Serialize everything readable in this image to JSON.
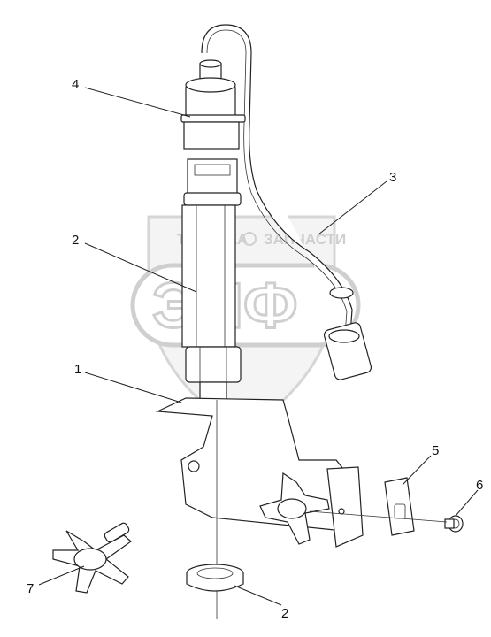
{
  "watermark": {
    "brand_left": "ТЕХНИКА",
    "brand_right": "ЗАПЧАСТИ",
    "logo_text": "ЭПФ"
  },
  "callouts": [
    {
      "id": "c4",
      "label": "4"
    },
    {
      "id": "c3",
      "label": "3"
    },
    {
      "id": "c2a",
      "label": "2"
    },
    {
      "id": "c1",
      "label": "1"
    },
    {
      "id": "c5",
      "label": "5"
    },
    {
      "id": "c6",
      "label": "6"
    },
    {
      "id": "c7",
      "label": "7"
    },
    {
      "id": "c2b",
      "label": "2"
    }
  ]
}
